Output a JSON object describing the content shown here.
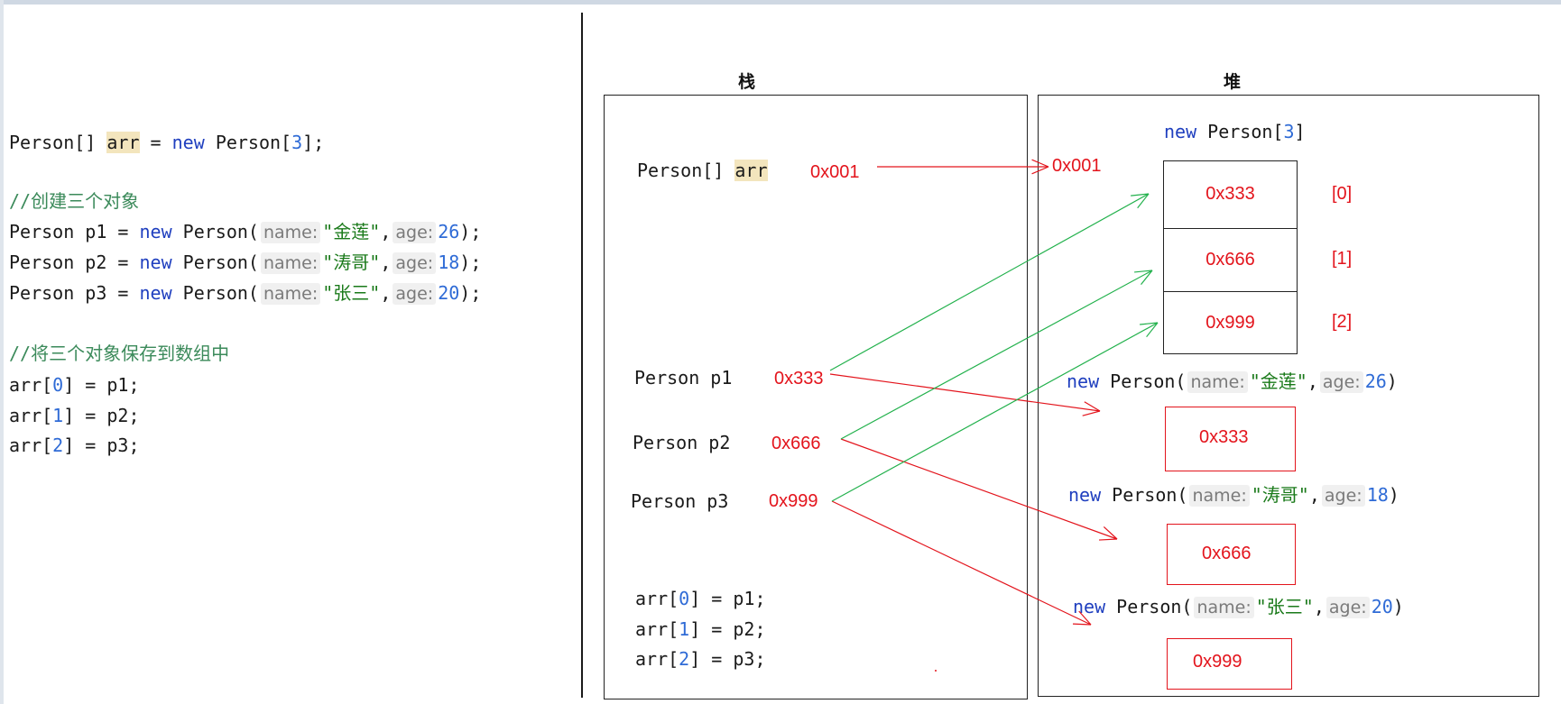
{
  "code": {
    "decl_type": "Person[]",
    "decl_var": "arr",
    "decl_op": "=",
    "decl_new": "new",
    "decl_class": "Person[",
    "decl_size": "3",
    "decl_end": "];",
    "comment1": "//创建三个对象",
    "comment2": "//将三个对象保存到数组中",
    "objects": [
      {
        "lhs": "Person p1 = ",
        "kw": "new",
        "cls": " Person(",
        "hint_name": "name:",
        "name": "\"金莲\"",
        "comma": ",",
        "hint_age": "age:",
        "age": "26",
        "end": ");"
      },
      {
        "lhs": "Person p2 = ",
        "kw": "new",
        "cls": " Person(",
        "hint_name": "name:",
        "name": "\"涛哥\"",
        "comma": ",",
        "hint_age": "age:",
        "age": "18",
        "end": ");"
      },
      {
        "lhs": "Person p3 = ",
        "kw": "new",
        "cls": " Person(",
        "hint_name": "name:",
        "name": "\"张三\"",
        "comma": ",",
        "hint_age": "age:",
        "age": "20",
        "end": ");"
      }
    ],
    "assigns": [
      {
        "pre": "arr[",
        "idx": "0",
        "post": "] = p1;"
      },
      {
        "pre": "arr[",
        "idx": "1",
        "post": "] = p2;"
      },
      {
        "pre": "arr[",
        "idx": "2",
        "post": "] = p3;"
      }
    ]
  },
  "stack": {
    "title": "栈",
    "arr_type": "Person[]",
    "arr_var": "arr",
    "arr_addr": "0x001",
    "vars": [
      {
        "label": "Person p1",
        "addr": "0x333"
      },
      {
        "label": "Person p2",
        "addr": "0x666"
      },
      {
        "label": "Person p3",
        "addr": "0x999"
      }
    ],
    "assigns": [
      {
        "pre": "arr[",
        "idx": "0",
        "post": "] = p1;"
      },
      {
        "pre": "arr[",
        "idx": "1",
        "post": "] = p2;"
      },
      {
        "pre": "arr[",
        "idx": "2",
        "post": "] = p3;"
      }
    ]
  },
  "heap": {
    "title": "堆",
    "array_addr": "0x001",
    "array_new_kw": "new",
    "array_new_cls": " Person[",
    "array_new_size": "3",
    "array_new_end": "]",
    "cells": [
      {
        "value": "0x333",
        "index": "[0]"
      },
      {
        "value": "0x666",
        "index": "[1]"
      },
      {
        "value": "0x999",
        "index": "[2]"
      }
    ],
    "objects": [
      {
        "kw": "new",
        "cls": " Person(",
        "hint_name": "name:",
        "name": "\"金莲\"",
        "comma": ",",
        "hint_age": "age:",
        "age": "26",
        "end": ")",
        "addr": "0x333"
      },
      {
        "kw": "new",
        "cls": " Person(",
        "hint_name": "name:",
        "name": "\"涛哥\"",
        "comma": ",",
        "hint_age": "age:",
        "age": "18",
        "end": ")",
        "addr": "0x666"
      },
      {
        "kw": "new",
        "cls": " Person(",
        "hint_name": "name:",
        "name": "\"张三\"",
        "comma": ",",
        "hint_age": "age:",
        "age": "20",
        "end": ")",
        "addr": "0x999"
      }
    ]
  },
  "colors": {
    "reference_arrow": "#e3141c",
    "array_link_arrow": "#22b14c",
    "keyword": "#1f3fbf",
    "string": "#1a7a1a",
    "number": "#2f6bd6"
  }
}
